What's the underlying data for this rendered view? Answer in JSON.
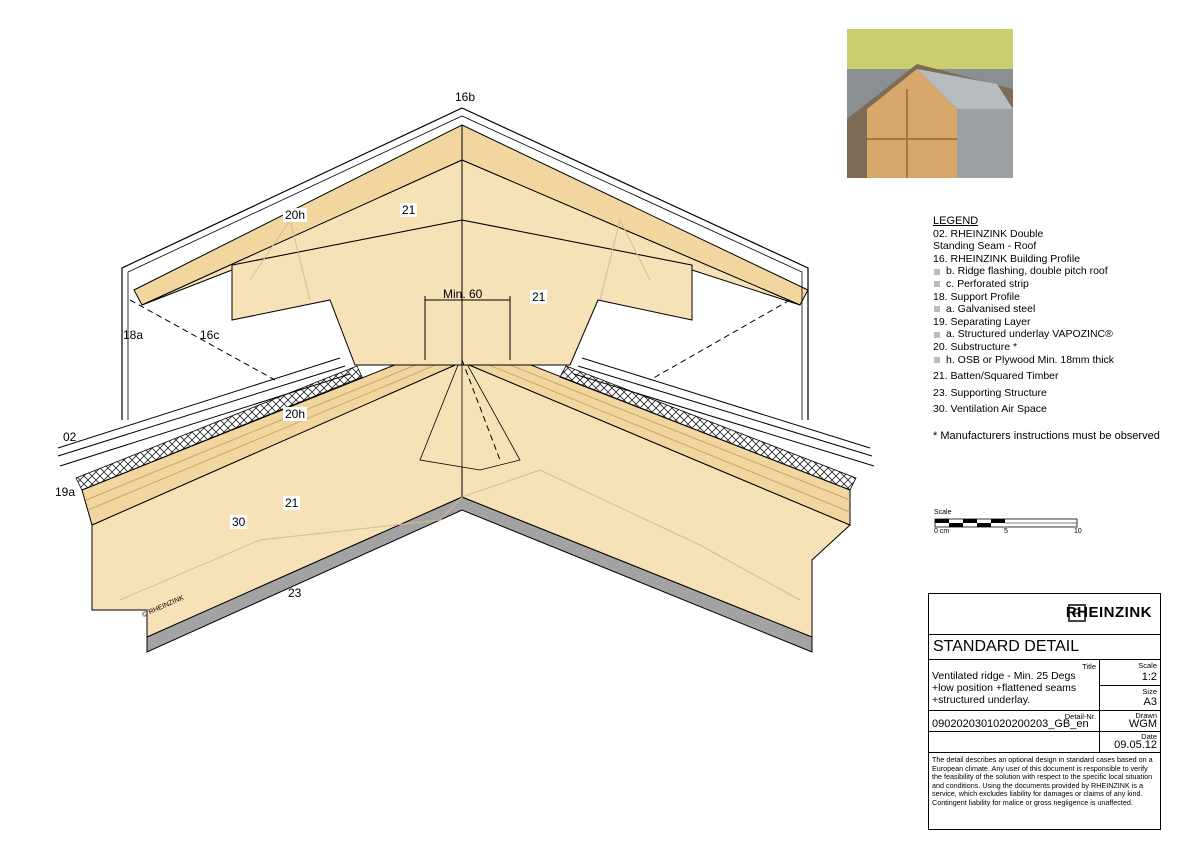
{
  "drawing": {
    "labels": {
      "l16b": "16b",
      "l20h_top": "20h",
      "l21_top": "21",
      "l18a": "18a",
      "l16c": "16c",
      "min60": "Min. 60",
      "l21_mid": "21",
      "l02": "02",
      "l20h_mid": "20h",
      "l19a": "19a",
      "l21_low": "21",
      "l30": "30",
      "l23": "23",
      "copyright": "© RHEINZINK"
    }
  },
  "legend": {
    "title": "LEGEND",
    "items": [
      {
        "text": "02.  RHEINZINK Double",
        "sub": false
      },
      {
        "text": "Standing Seam - Roof",
        "sub": false
      },
      {
        "text": "16.  RHEINZINK Building Profile",
        "sub": false
      },
      {
        "text": "b. Ridge flashing, double pitch roof",
        "sub": true
      },
      {
        "text": "c. Perforated strip",
        "sub": true
      },
      {
        "text": "18.  Support Profile",
        "sub": false
      },
      {
        "text": "a. Galvanised steel",
        "sub": true
      },
      {
        "text": "19. Separating Layer",
        "sub": false
      },
      {
        "text": "a. Structured underlay VAPOZINC®",
        "sub": true
      },
      {
        "text": "20. Substructure *",
        "sub": false
      },
      {
        "text": "h. OSB or Plywood Min. 18mm thick",
        "sub": true
      },
      {
        "text": "21. Batten/Squared Timber",
        "sub": false
      },
      {
        "text": "23. Supporting Structure",
        "sub": false
      },
      {
        "text": "30. Ventilation Air Space",
        "sub": false
      }
    ],
    "note": "* Manufacturers instructions must be observed"
  },
  "scale": {
    "label": "Scale",
    "t0": "0 cm",
    "t5": "5",
    "t10": "10"
  },
  "titleblock": {
    "brand": "RHEINZINK",
    "logo_letter": "R",
    "heading": "STANDARD DETAIL",
    "title_label": "Title",
    "title_text": "Ventilated ridge - Min. 25 Degs +low  position +flattened seams +structured underlay.",
    "scale_label": "Scale",
    "scale_value": "1:2",
    "size_label": "Size",
    "size_value": "A3",
    "detail_label": "Detail-Nr.",
    "detail_value": "0902020301020200203_GB_en",
    "drawn_label": "Drawn",
    "drawn_value": "WGM",
    "date_label": "Date",
    "date_value": "09.05.12",
    "disclaimer": "The detail describes an optional design in standard cases based on a European climate. Any user of this document is responsible to verify the feasibility of the solution with respect to the specific local situation and conditions. Using the documents provided by RHEINZINK is a service, which excludes liability for damages or claims of any kind. Contingent liability for malice or gross negligence is unaffected."
  },
  "colors": {
    "timber": "#f7e2b8",
    "grain": "#e0c99a",
    "structure": "#a0a0a0",
    "line": "#000000"
  }
}
